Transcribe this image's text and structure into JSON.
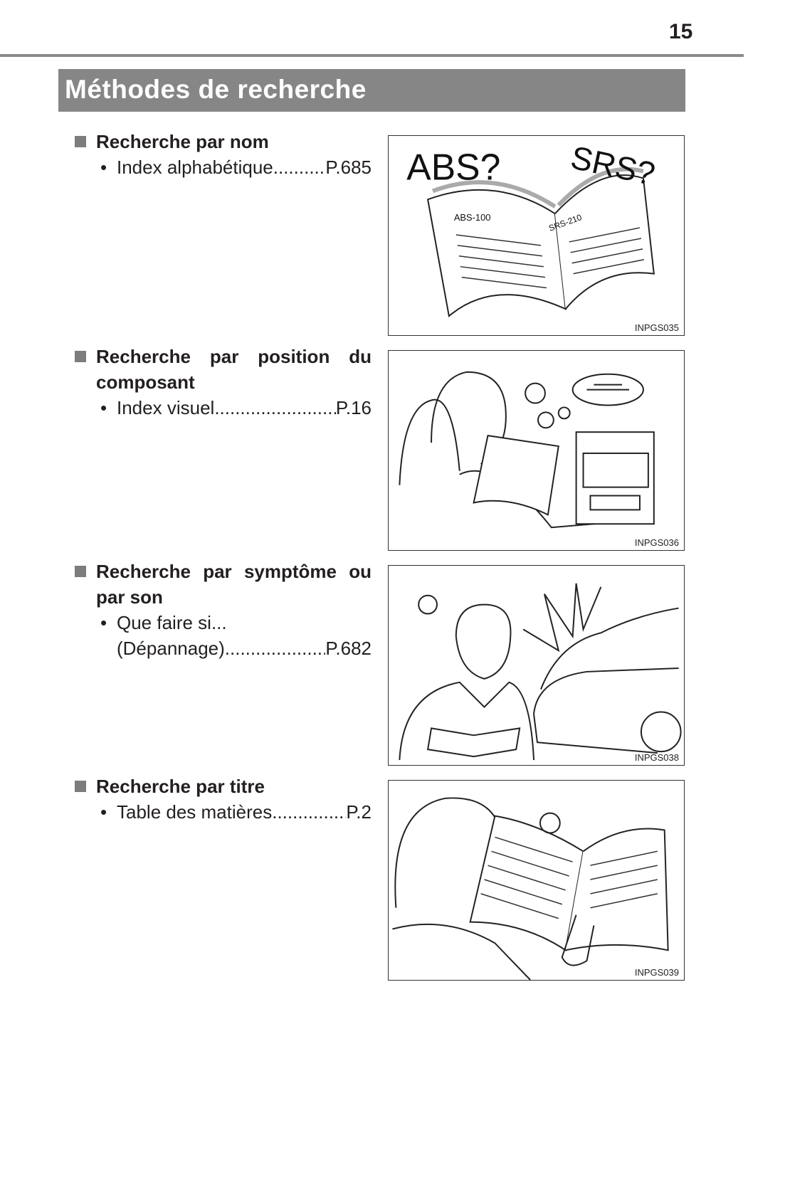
{
  "page_number": "15",
  "title": "Méthodes de recherche",
  "sections": [
    {
      "heading": "Recherche par nom",
      "bullets": [
        {
          "label": "Index alphabétique",
          "page": "P.685"
        }
      ],
      "figure": {
        "code": "INPGS035",
        "labels": [
          "ABS?",
          "SRS?",
          "ABS-100",
          "SRS-210"
        ]
      }
    },
    {
      "heading": "Recherche par position du composant",
      "bullets": [
        {
          "label": "Index visuel",
          "page": "P.16"
        }
      ],
      "figure": {
        "code": "INPGS036"
      }
    },
    {
      "heading": "Recherche par symptôme ou par son",
      "bullets": [
        {
          "label": "Que faire si...",
          "cont": "(Dépannage)",
          "page": "P.682"
        }
      ],
      "figure": {
        "code": "INPGS038"
      }
    },
    {
      "heading": "Recherche par titre",
      "bullets": [
        {
          "label": "Table des matières",
          "page": "P.2"
        }
      ],
      "figure": {
        "code": "INPGS039"
      }
    }
  ]
}
